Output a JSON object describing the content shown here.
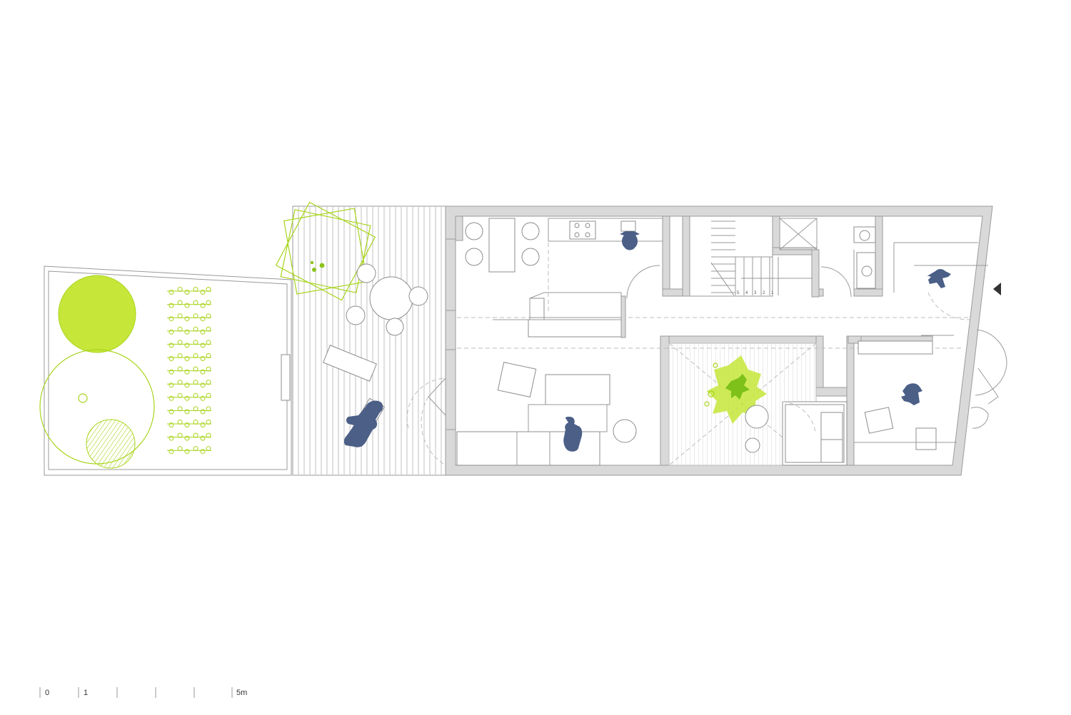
{
  "drawing": {
    "type": "architectural-floor-plan",
    "colors": {
      "wall": "#d9d9d9",
      "line": "#9a9a9a",
      "planting": "#a8d41c",
      "planting_fill": "#c6e63a",
      "person": "#4b5f87",
      "background": "#ffffff"
    },
    "stair_steps": [
      "5",
      "4",
      "3",
      "2",
      "1"
    ],
    "entrance_marker": "triangle-arrow-icon"
  },
  "scale_bar": {
    "labels": [
      "0",
      "1",
      "5m"
    ]
  }
}
